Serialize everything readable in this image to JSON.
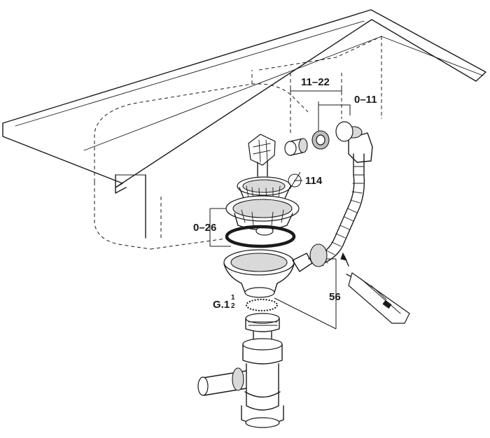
{
  "dimensions": {
    "range_11_22": "11–22",
    "range_0_11": "0–11",
    "diameter_symbol": "Ø",
    "diameter_value": "114",
    "range_0_26": "0–26",
    "thread_prefix": "G.1",
    "thread_numerator": "1",
    "thread_denominator": "2",
    "overflow_length": "56"
  }
}
